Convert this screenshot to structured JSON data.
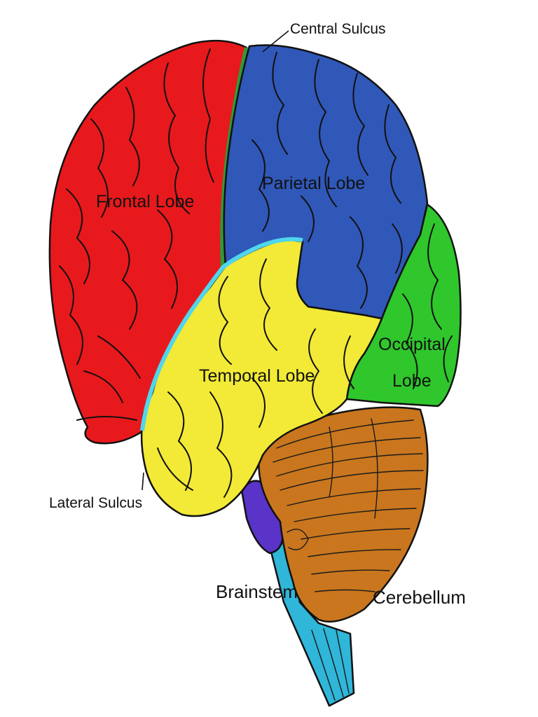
{
  "diagram": {
    "regions": [
      {
        "id": "frontal",
        "label": "Frontal Lobe",
        "color": "#e8191c"
      },
      {
        "id": "parietal",
        "label": "Parietal Lobe",
        "color": "#3058b8"
      },
      {
        "id": "occipital",
        "label_lines": [
          "Occipital",
          "Lobe"
        ],
        "color": "#2fc72c"
      },
      {
        "id": "temporal",
        "label": "Temporal Lobe",
        "color": "#f2ea36"
      },
      {
        "id": "cerebellum",
        "label": "Cerebellum",
        "color": "#c9761e"
      },
      {
        "id": "brainstem",
        "label": "Brainstem",
        "color": "#2fb6d8",
        "pons_color": "#5a33c8"
      }
    ],
    "annotations": {
      "central_sulcus": {
        "label": "Central Sulcus",
        "color": "#2e9b38"
      },
      "lateral_sulcus": {
        "label": "Lateral Sulcus",
        "color": "#4fd6ee"
      }
    }
  }
}
